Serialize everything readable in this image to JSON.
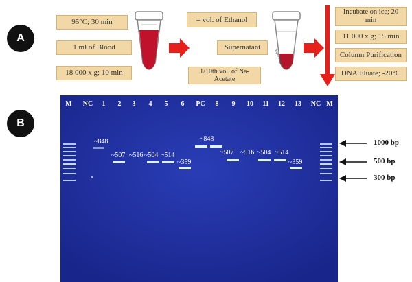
{
  "panel_a": {
    "label": "A",
    "box_95c": "95°C; 30 min",
    "box_blood": "1 ml of Blood",
    "box_18000": "18 000 x g; 10 min",
    "box_ethanol": "= vol. of Ethanol",
    "box_supernatant": "Supernatant",
    "box_naacetate": "1/10th vol. of Na-Acetate",
    "box_ice": "Incubate on ice; 20 min",
    "box_11000": "11 000 x g; 15 min",
    "box_column": "Column Purification",
    "box_dna": "DNA Eluate; -20°C",
    "tube2_text": "Supernatant"
  },
  "panel_b": {
    "label": "B",
    "lanes": [
      "M",
      "NC",
      "1",
      "2",
      "3",
      "4",
      "5",
      "6",
      "PC",
      "8",
      "9",
      "10",
      "11",
      "12",
      "13",
      "NC",
      "M"
    ],
    "size_labels": [
      "~848",
      "~507",
      "~516",
      "~504",
      "~514",
      "~359",
      "~848",
      "~507",
      "~516",
      "~504",
      "~514",
      "~359"
    ],
    "bp_labels": [
      "1000 bp",
      "500 bp",
      "300 bp"
    ]
  },
  "colors": {
    "gel": "#1f2f9e",
    "band": "#dff3ff",
    "box": "#f2d8a6",
    "arrow_red": "#e8201b",
    "blood_red": "#c0132b"
  }
}
